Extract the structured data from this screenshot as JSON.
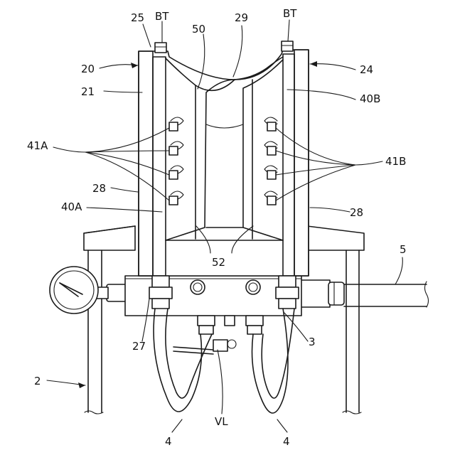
{
  "labels": {
    "bt_left": "BT",
    "bt_right": "BT",
    "n25": "25",
    "n50": "50",
    "n29": "29",
    "n20": "20",
    "n24": "24",
    "n21": "21",
    "n40b": "40B",
    "n41a": "41A",
    "n41b": "41B",
    "n28_left": "28",
    "n28_right": "28",
    "n40a": "40A",
    "n52": "52",
    "n5": "5",
    "n27": "27",
    "n3": "3",
    "n2": "2",
    "vl": "VL",
    "n4_left": "4",
    "n4_right": "4"
  }
}
